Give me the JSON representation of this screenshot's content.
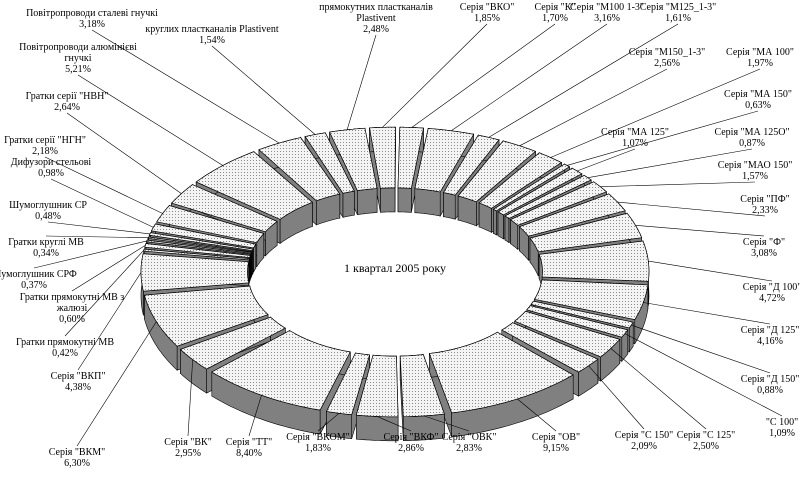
{
  "chart_data": {
    "type": "pie",
    "title": "1 квартал 2005 року",
    "slices": [
      {
        "label": "прямокутних пластканалів Plastivent",
        "value": 2.48
      },
      {
        "label": "Серія \"ВКО\"",
        "value": 1.85
      },
      {
        "label": "Серія \"К\"",
        "value": 1.7
      },
      {
        "label": "Серія \"М100 1-3\"",
        "value": 3.16
      },
      {
        "label": "Серія \"М125_1-3\"",
        "value": 1.61
      },
      {
        "label": "Серія \"М150_1-3\"",
        "value": 2.56
      },
      {
        "label": "Серія \"МА 100\"",
        "value": 1.97
      },
      {
        "label": "Серія \"МА 150\"",
        "value": 0.63
      },
      {
        "label": "Серія \"МА 125\"",
        "value": 1.07
      },
      {
        "label": "Серія \"МА 125О\"",
        "value": 0.87
      },
      {
        "label": "Серія \"МАО 150\"",
        "value": 1.57
      },
      {
        "label": "Серія \"ПФ\"",
        "value": 2.33
      },
      {
        "label": "Серія \"Ф\"",
        "value": 3.08
      },
      {
        "label": "Серія \"Д 100\"",
        "value": 4.72
      },
      {
        "label": "Серія \"Д 125\"",
        "value": 4.16
      },
      {
        "label": "Серія \"Д 150\"",
        "value": 0.88
      },
      {
        "label": "\"С 100\"",
        "value": 1.09
      },
      {
        "label": "Серія \"С 125\"",
        "value": 2.5
      },
      {
        "label": "Серія \"С 150\"",
        "value": 2.09
      },
      {
        "label": "Серія \"ОВ\"",
        "value": 9.15
      },
      {
        "label": "Серія \"ОВК\"",
        "value": 2.83
      },
      {
        "label": "Серія \"ВКФ\"",
        "value": 2.86
      },
      {
        "label": "Серія \"ВКОМ\"",
        "value": 1.83
      },
      {
        "label": "Серія \"ТТ\"",
        "value": 8.4
      },
      {
        "label": "Серія \"ВК\"",
        "value": 2.95
      },
      {
        "label": "Серія \"ВКМ\"",
        "value": 6.3
      },
      {
        "label": "Серія \"ВКП\"",
        "value": 4.38
      },
      {
        "label": "Гратки прямокутні МВ",
        "value": 0.42
      },
      {
        "label": "Гратки прямокутні МВ з жалюзі",
        "value": 0.6
      },
      {
        "label": "Шумоглушник СРФ",
        "value": 0.37
      },
      {
        "label": "Гратки круглі МВ",
        "value": 0.34
      },
      {
        "label": "Шумоглушник СР",
        "value": 0.48
      },
      {
        "label": "Дифузори стельові",
        "value": 0.98
      },
      {
        "label": "Гратки серії \"НГН\"",
        "value": 2.18
      },
      {
        "label": "Гратки серії \"НВН\"",
        "value": 2.64
      },
      {
        "label": "Повітропроводи алюмінієві гнучкі",
        "value": 5.21
      },
      {
        "label": "Повітропроводи сталеві гнучкі",
        "value": 3.18
      },
      {
        "label": "круглих пластканалів Plastivent",
        "value": 1.54
      }
    ],
    "value_labels": [
      "2,48%",
      "1,85%",
      "1,70%",
      "3,16%",
      "1,61%",
      "2,56%",
      "1,97%",
      "0,63%",
      "1,07%",
      "0,87%",
      "1,57%",
      "2,33%",
      "3,08%",
      "4,72%",
      "4,16%",
      "0,88%",
      "1,09%",
      "2,50%",
      "2,09%",
      "9,15%",
      "2,83%",
      "2,86%",
      "1,83%",
      "8,40%",
      "2,95%",
      "6,30%",
      "4,38%",
      "0,42%",
      "0,60%",
      "0,37%",
      "0,34%",
      "0,48%",
      "0,98%",
      "2,18%",
      "2,64%",
      "5,21%",
      "3,18%",
      "1,54%"
    ],
    "colors": {
      "top_fill": "#f0f0f0",
      "side_fill": "#808080",
      "stroke": "#000000"
    }
  }
}
